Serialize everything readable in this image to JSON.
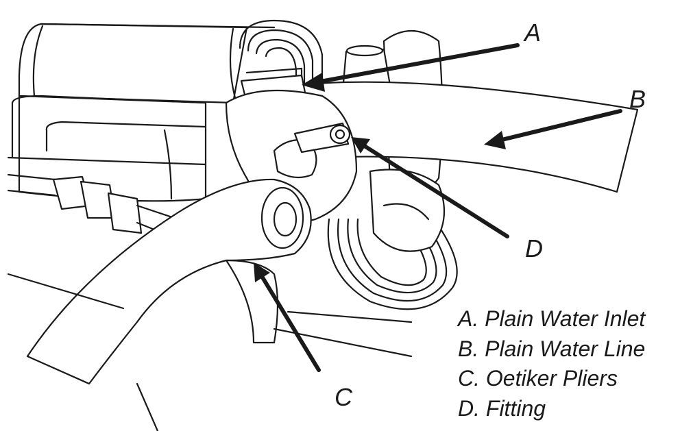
{
  "callouts": {
    "a": "A",
    "b": "B",
    "c": "C",
    "d": "D"
  },
  "legend": {
    "a": "A. Plain Water Inlet",
    "b": "B. Plain Water Line",
    "c": "C. Oetiker Pliers",
    "d": "D. Fitting"
  },
  "colors": {
    "ink": "#1a1a1a",
    "background": "#ffffff"
  }
}
